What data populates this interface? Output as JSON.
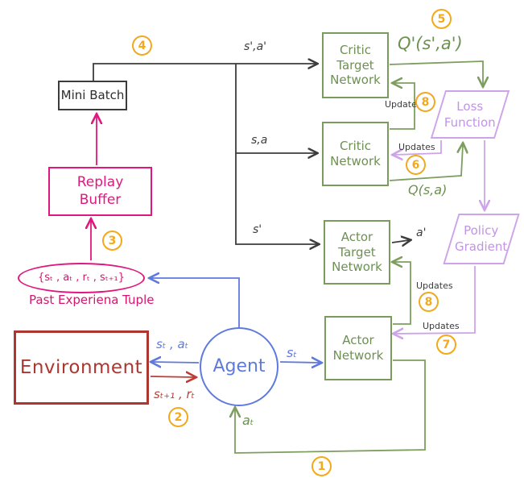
{
  "colors": {
    "green": "#7a9b5e",
    "pink": "#e0187e",
    "dark_red": "#ac3731",
    "blue": "#5f7ade",
    "purple": "#cda3ea",
    "yellow_badge": "#f2a91c",
    "black": "#3c3c3c"
  },
  "nodes": {
    "mini_batch": {
      "label": "Mini Batch"
    },
    "replay_buffer": {
      "label": "Replay\nBuffer"
    },
    "past_experience": {
      "tuple": "{sₜ , aₜ , rₜ , sₜ₊₁}",
      "caption": "Past Experiena Tuple"
    },
    "environment": {
      "label": "Environment"
    },
    "agent": {
      "label": "Agent"
    },
    "critic_target_network": {
      "label": "Critic\nTarget\nNetwork"
    },
    "critic_network": {
      "label": "Critic\nNetwork"
    },
    "actor_target_network": {
      "label": "Actor\nTarget\nNetwork"
    },
    "actor_network": {
      "label": "Actor\nNetwork"
    },
    "loss_function": {
      "label": "Loss\nFunction"
    },
    "policy_gradient": {
      "label": "Policy\nGradient"
    }
  },
  "edge_labels": {
    "s_prime_a_prime": "s',a'",
    "s_a": "s,a",
    "s_prime": "s'",
    "q_prime_s_a": "Q'(s',a')",
    "q_s_a": "Q(s,a)",
    "updates": "Updates",
    "a_prime": "a'",
    "s_t_a_t": "sₜ , aₜ",
    "s_t1_r_t": "sₜ₊₁ , rₜ",
    "s_t": "sₜ",
    "a_t": "aₜ"
  },
  "steps": [
    "1",
    "2",
    "3",
    "4",
    "5",
    "6",
    "7",
    "8"
  ]
}
